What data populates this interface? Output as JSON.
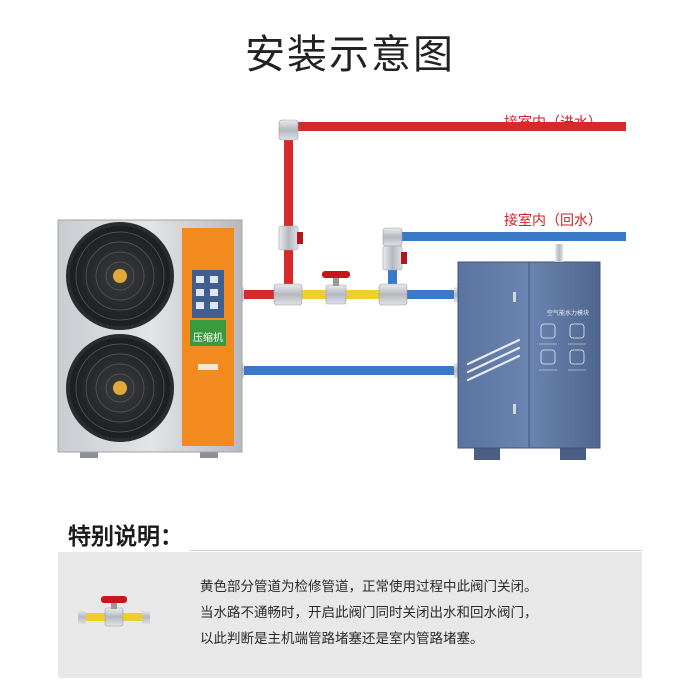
{
  "title": "安装示意图",
  "labels": {
    "supply": "接室内（进水）",
    "return": "接室内（回水）"
  },
  "heat_pump": {
    "panel_label": "压缩机"
  },
  "tank": {
    "panel_title": "空气能水力模块"
  },
  "notes": {
    "heading": "特别说明：",
    "lines": [
      "黄色部分管道为检修管道，正常使用过程中此阀门关闭。",
      "当水路不通畅时，开启此阀门同时关闭出水和回水阀门，",
      "以此判断是主机端管路堵塞还是室内管路堵塞。"
    ]
  },
  "colors": {
    "hot_pipe": "#d62a2a",
    "cold_pipe": "#3a78c8",
    "bypass_pipe": "#f0cf2a",
    "unit_orange": "#f28a1e",
    "tank_blue": "#566f99",
    "fitting_silver": "#c9ccd1"
  }
}
